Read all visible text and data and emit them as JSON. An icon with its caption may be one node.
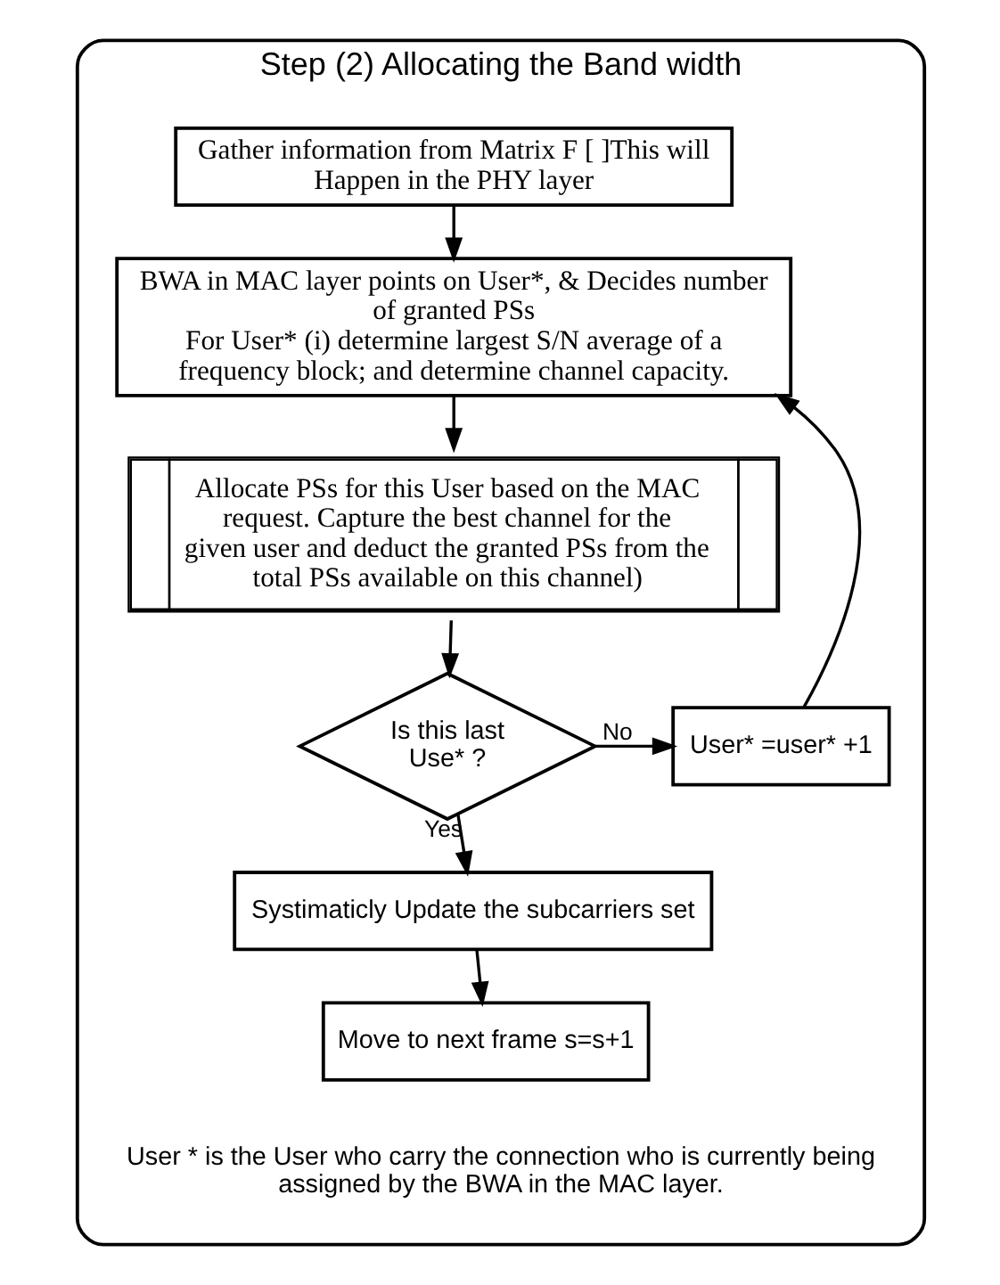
{
  "diagram": {
    "nodes": [
      {
        "text": [
          "Step (2) Allocating the Band width"
        ]
      },
      {
        "text": [
          "Gather information from Matrix F [ ]This will Happen in the PHY layer"
        ],
        "in": 0
      },
      {
        "text": [
          "BWA in MAC layer points on User*, & Decides number of granted PSs",
          "For User* (i) determine largest S/N average of a frequency block; and determine channel capacity."
        ],
        "in": 0
      },
      {
        "text": [
          "Allocate PSs for this User based on the MAC request. Capture the best channel for the given user and deduct the granted PSs from the total PSs available on this channel)"
        ],
        "in": 0
      },
      {
        "text": [
          "Is this last Use* ?"
        ],
        "in": 0
      },
      {
        "text": [
          "User* =user* +1"
        ],
        "in": 0
      },
      {
        "text": [
          "Systimaticly Update the subcarriers set"
        ],
        "in": 0
      },
      {
        "text": [
          "Move to next frame s=s+1"
        ],
        "in": 0
      }
    ],
    "edges": [
      {
        "from": 1,
        "to": 2,
        "arrow": "to"
      },
      {
        "from": 2,
        "to": 3,
        "arrow": "to"
      },
      {
        "from": 3,
        "to": 4,
        "arrow": "to"
      },
      {
        "from": 4,
        "to": 5,
        "arrow": "to",
        "label": "No"
      },
      {
        "from": 5,
        "to": 2,
        "arrow": "to"
      },
      {
        "from": 4,
        "to": 6,
        "arrow": "to",
        "label": "Yes"
      },
      {
        "from": 6,
        "to": 7,
        "arrow": "to"
      }
    ],
    "labels": [
      "User * is the User who carry the connection who is currently being assigned by the BWA in the MAC layer."
    ]
  }
}
